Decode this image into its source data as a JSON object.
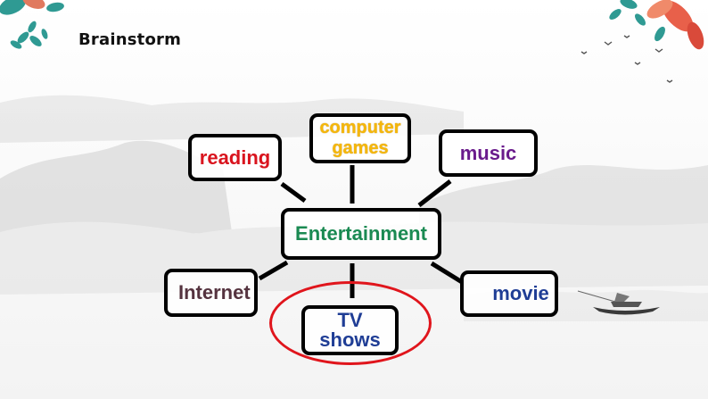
{
  "slide": {
    "title": "Brainstorm"
  },
  "mind_map": {
    "center": "Entertainment",
    "branches": {
      "reading": "reading",
      "computer_games_line1": "computer",
      "computer_games_line2": "games",
      "music": "music",
      "internet": "Internet",
      "tv_shows": "TV shows",
      "movie": "movie"
    },
    "highlighted_branch": "TV shows"
  },
  "colors": {
    "reading": "#d9141e",
    "computer_games": "#f5b70b",
    "music": "#6a1b8c",
    "center": "#1a8a52",
    "internet": "#55333f",
    "tv_shows": "#1f3d95",
    "movie": "#1f3d95",
    "highlight_circle": "#e0151c"
  }
}
